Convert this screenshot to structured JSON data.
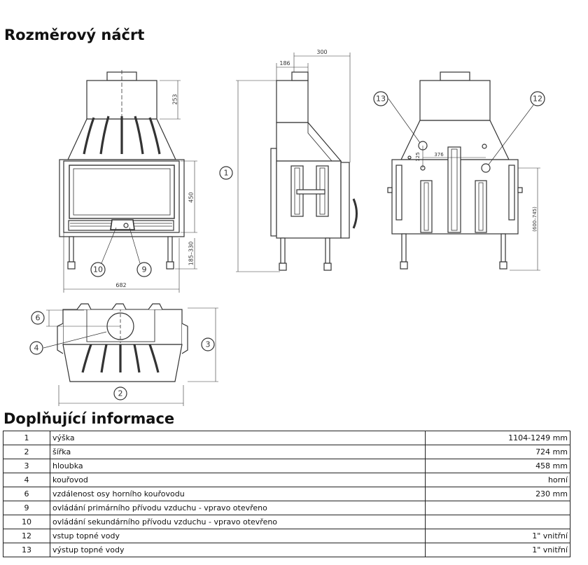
{
  "sections": {
    "drawing_title": "Rozměrový náčrt",
    "info_title": "Doplňující informace"
  },
  "drawing": {
    "dimensions": {
      "d253": "253",
      "d450": "450",
      "d185_330": "185–330",
      "d682": "682",
      "d300": "300",
      "d186": "186",
      "d125": "125",
      "d376": "376",
      "d600_745": "(600–745)"
    },
    "callouts": {
      "c1": "1",
      "c2": "2",
      "c3": "3",
      "c4": "4",
      "c6": "6",
      "c9": "9",
      "c10": "10",
      "c12": "12",
      "c13": "13"
    }
  },
  "info_table": {
    "rows": [
      {
        "num": "1",
        "label": "výška",
        "value": "1104-1249 mm"
      },
      {
        "num": "2",
        "label": "šířka",
        "value": "724 mm"
      },
      {
        "num": "3",
        "label": "hloubka",
        "value": "458 mm"
      },
      {
        "num": "4",
        "label": "kouřovod",
        "value": "horní"
      },
      {
        "num": "6",
        "label": "vzdálenost osy horního kouřovodu",
        "value": "230 mm"
      },
      {
        "num": "9",
        "label": "ovládání primárního přívodu vzduchu - vpravo otevřeno",
        "value": ""
      },
      {
        "num": "10",
        "label": "ovládání sekundárního přívodu vzduchu - vpravo otevřeno",
        "value": ""
      },
      {
        "num": "12",
        "label": "vstup topné vody",
        "value": "1\" vnitřní"
      },
      {
        "num": "13",
        "label": "výstup topné vody",
        "value": "1\" vnitřní"
      }
    ]
  }
}
